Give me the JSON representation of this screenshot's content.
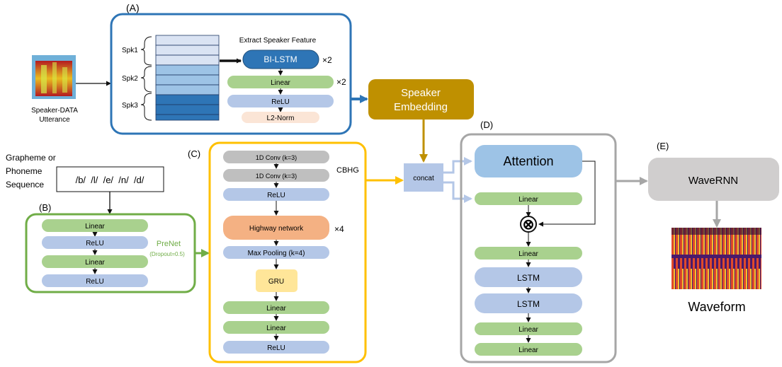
{
  "section_labels": {
    "a": "(A)",
    "b": "(B)",
    "c": "(C)",
    "d": "(D)",
    "e": "(E)"
  },
  "input": {
    "utterance_line1": "Speaker-DATA",
    "utterance_line2": "Utterance",
    "grapheme_line1": "Grapheme or",
    "grapheme_line2": "Phoneme",
    "grapheme_line3": "Sequence",
    "sequence_text": "/b/  /l/  /e/  /n/  /d/"
  },
  "panel_a": {
    "title": "Extract Speaker Feature",
    "spk1": "Spk1",
    "spk2": "Spk2",
    "spk3": "Spk3",
    "bilstm": "BI-LSTM",
    "bilstm_mult": "×2",
    "linear": "Linear",
    "linear_mult": "×2",
    "relu": "ReLU",
    "l2norm": "L2-Norm"
  },
  "speaker_embedding": {
    "line1": "Speaker",
    "line2": "Embedding"
  },
  "concat": "concat",
  "panel_b": {
    "layers": [
      "Linear",
      "ReLU",
      "Linear",
      "ReLU"
    ],
    "prenet": "PreNet",
    "dropout": "(Dropout=0.5)"
  },
  "panel_c": {
    "cbhg": "CBHG",
    "conv1": "1D Conv (k=3)",
    "conv2": "1D Conv (k=3)",
    "relu1": "ReLU",
    "highway": "Highway network",
    "highway_mult": "×4",
    "maxpool": "Max Pooling (k=4)",
    "gru": "GRU",
    "linear1": "Linear",
    "linear2": "Linear",
    "relu2": "ReLU"
  },
  "panel_d": {
    "attention": "Attention",
    "linear_top": "Linear",
    "multiply": "⊗",
    "linear_mid": "Linear",
    "lstm1": "LSTM",
    "lstm2": "LSTM",
    "linear_b1": "Linear",
    "linear_b2": "Linear"
  },
  "panel_e": {
    "wavernn": "WaveRNN",
    "waveform": "Waveform"
  },
  "colors": {
    "blue_border": "#2e75b6",
    "green_border": "#70ad47",
    "yellow_border": "#ffc000",
    "gray_border": "#a6a6a6",
    "green_box": "#a9d18e",
    "blue_box": "#b4c7e7",
    "gray_box": "#bfbfbf",
    "orange_box": "#f4b183",
    "yellow_box": "#ffe699",
    "gold": "#bf9000",
    "attention": "#9dc3e6",
    "dark_blue": "#2e75b6"
  }
}
